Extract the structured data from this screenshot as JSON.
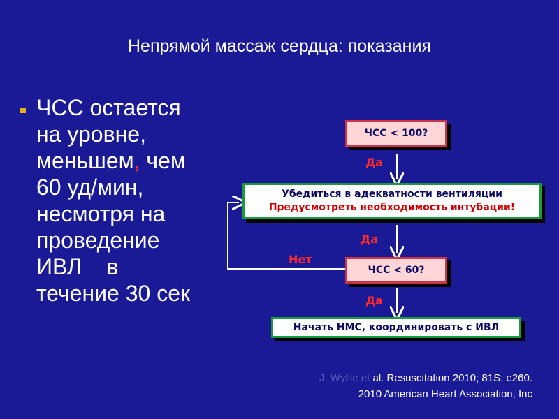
{
  "title": "Непрямой массаж сердца: показания",
  "bullet": {
    "lines": [
      "ЧСС остается",
      "на уровне,",
      "меньшем",
      ",",
      " чем",
      "60 уд/мин,",
      "несмотря на",
      "проведение",
      "ИВЛ    в",
      "течение 30 сек"
    ]
  },
  "flow": {
    "q1": "ЧСС < 100?",
    "yes1": "Да",
    "action_line1": "Убедиться в адекватности вентиляции",
    "action_line2": "Предусмотреть необходимость интубации!",
    "yes2": "Да",
    "no": "Нет",
    "q2": "ЧСС < 60?",
    "yes3": "Да",
    "final": "Начать НМС, координировать с ИВЛ"
  },
  "citation": {
    "faded_part": "J. Wyllie et ",
    "line1_rest": "al. Resuscitation 2010; 81S: e260.",
    "line2": "2010 American Heart Association, Inc"
  },
  "colors": {
    "background": "#1a1a96",
    "bullet_marker": "#e8b020",
    "label_red": "#ff2a2a",
    "box_pink_fill": "#ffd6d8",
    "box_green_border": "#1a9a3a"
  }
}
